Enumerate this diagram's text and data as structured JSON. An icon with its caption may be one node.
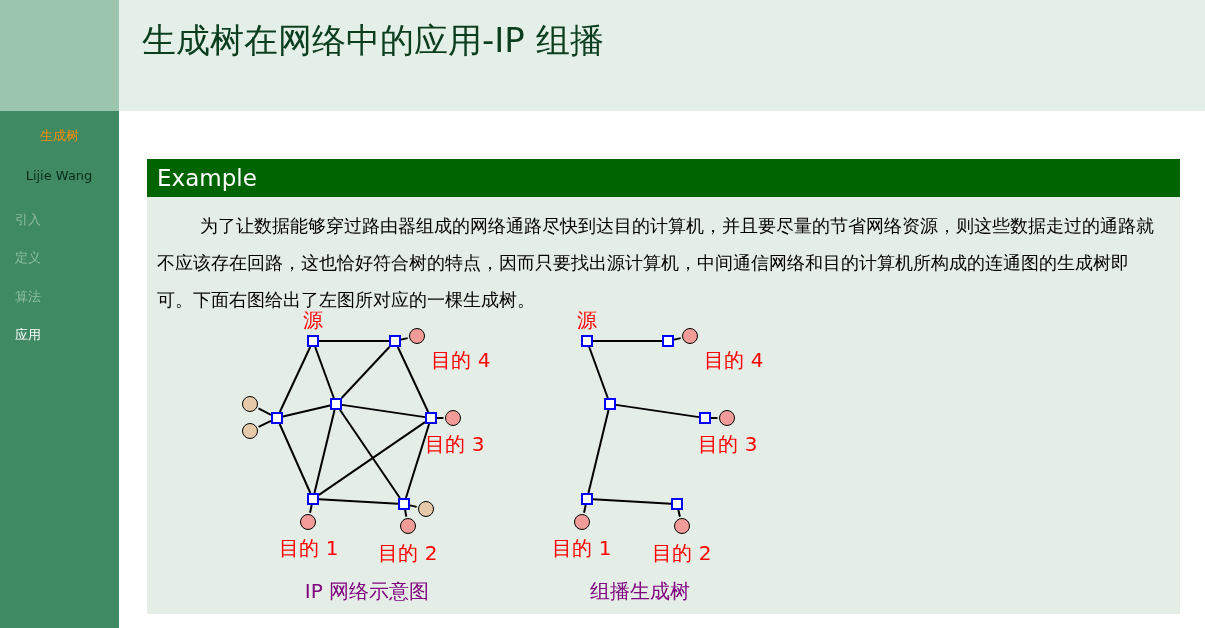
{
  "diagram": {
    "title": "生成树在网络中的应用-IP 组播",
    "nodes": [
      {
        "text": [
          "Example",
          "为了让数据能够穿过路由器组成的网络通路尽快到达目的计算机，并且要尽量的节省网络资源，则这些数据走过的通路就不应该存在回路，这也恰好符合树的特点，因而只要找出源计算机，中间通信网络和目的计算机所构成的连通图的生成树即可。下面右图给出了左图所对应的一棵生成树。"
        ]
      },
      {
        "text": [],
        "shape": "box",
        "in": 0,
        "beside": [
          "源"
        ]
      },
      {
        "text": [],
        "shape": "box",
        "in": 0
      },
      {
        "text": [],
        "shape": "box",
        "in": 0
      },
      {
        "text": [],
        "shape": "box",
        "in": 0
      },
      {
        "text": [],
        "shape": "box",
        "in": 0
      },
      {
        "text": [],
        "shape": "box",
        "in": 0
      },
      {
        "text": [],
        "shape": "box",
        "in": 0
      },
      {
        "text": [],
        "shape": "circle",
        "in": 0,
        "beside": [
          "目的 4"
        ]
      },
      {
        "text": [],
        "shape": "circle",
        "in": 0
      },
      {
        "text": [],
        "shape": "circle",
        "in": 0
      },
      {
        "text": [],
        "shape": "circle",
        "in": 0,
        "beside": [
          "目的 3"
        ]
      },
      {
        "text": [],
        "shape": "circle",
        "in": 0,
        "beside": [
          "目的 1"
        ]
      },
      {
        "text": [],
        "shape": "circle",
        "in": 0
      },
      {
        "text": [],
        "shape": "circle",
        "in": 0,
        "beside": [
          "目的 2"
        ]
      },
      {
        "text": [],
        "shape": "box",
        "in": 0,
        "beside": [
          "源"
        ]
      },
      {
        "text": [],
        "shape": "box",
        "in": 0
      },
      {
        "text": [],
        "shape": "circle",
        "in": 0,
        "beside": [
          "目的 4"
        ]
      },
      {
        "text": [],
        "shape": "box",
        "in": 0
      },
      {
        "text": [],
        "shape": "box",
        "in": 0
      },
      {
        "text": [],
        "shape": "circle",
        "in": 0,
        "beside": [
          "目的 3"
        ]
      },
      {
        "text": [],
        "shape": "box",
        "in": 0
      },
      {
        "text": [],
        "shape": "box",
        "in": 0
      },
      {
        "text": [],
        "shape": "circle",
        "in": 0,
        "beside": [
          "目的 1"
        ]
      },
      {
        "text": [],
        "shape": "circle",
        "in": 0,
        "beside": [
          "目的 2"
        ]
      }
    ],
    "edges": [
      {
        "from": 1,
        "to": 2,
        "arrow": "none"
      },
      {
        "from": 1,
        "to": 3,
        "arrow": "none"
      },
      {
        "from": 1,
        "to": 4,
        "arrow": "none"
      },
      {
        "from": 2,
        "to": 4,
        "arrow": "none"
      },
      {
        "from": 2,
        "to": 5,
        "arrow": "none"
      },
      {
        "from": 3,
        "to": 4,
        "arrow": "none"
      },
      {
        "from": 3,
        "to": 6,
        "arrow": "none"
      },
      {
        "from": 4,
        "to": 5,
        "arrow": "none"
      },
      {
        "from": 4,
        "to": 6,
        "arrow": "none"
      },
      {
        "from": 4,
        "to": 7,
        "arrow": "none"
      },
      {
        "from": 5,
        "to": 6,
        "arrow": "none"
      },
      {
        "from": 5,
        "to": 7,
        "arrow": "none"
      },
      {
        "from": 6,
        "to": 7,
        "arrow": "none"
      },
      {
        "from": 2,
        "to": 8,
        "arrow": "none"
      },
      {
        "from": 3,
        "to": 9,
        "arrow": "none"
      },
      {
        "from": 3,
        "to": 10,
        "arrow": "none"
      },
      {
        "from": 5,
        "to": 11,
        "arrow": "none"
      },
      {
        "from": 6,
        "to": 12,
        "arrow": "none"
      },
      {
        "from": 7,
        "to": 13,
        "arrow": "none"
      },
      {
        "from": 7,
        "to": 14,
        "arrow": "none"
      },
      {
        "from": 15,
        "to": 16,
        "arrow": "none"
      },
      {
        "from": 16,
        "to": 17,
        "arrow": "none"
      },
      {
        "from": 15,
        "to": 18,
        "arrow": "none"
      },
      {
        "from": 18,
        "to": 19,
        "arrow": "none"
      },
      {
        "from": 19,
        "to": 20,
        "arrow": "none"
      },
      {
        "from": 18,
        "to": 21,
        "arrow": "none"
      },
      {
        "from": 21,
        "to": 22,
        "arrow": "none"
      },
      {
        "from": 21,
        "to": 23,
        "arrow": "none"
      },
      {
        "from": 22,
        "to": 24,
        "arrow": "none"
      }
    ],
    "labels": [
      "生成树",
      "Lijie Wang",
      "引入",
      "定义",
      "算法",
      "应用",
      "IP 网络示意图",
      "组播生成树"
    ]
  }
}
